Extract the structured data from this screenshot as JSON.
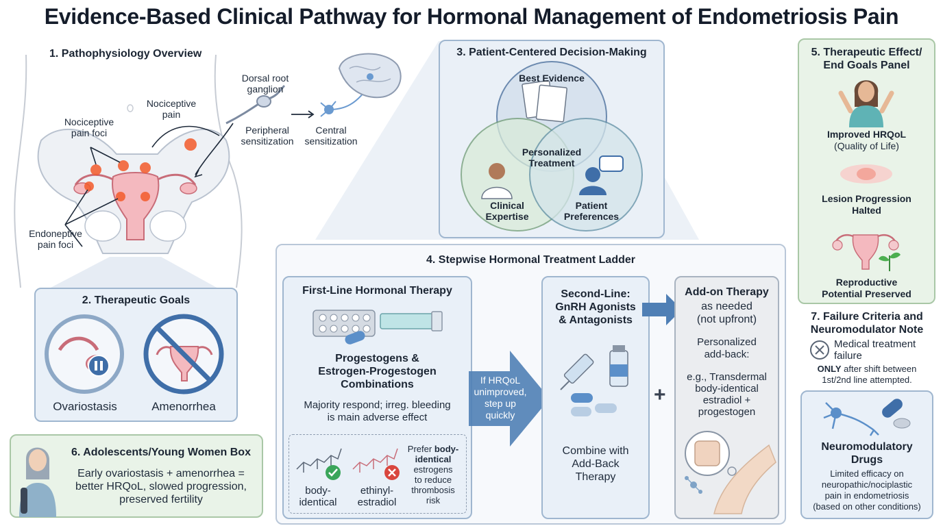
{
  "title": "Evidence-Based Clinical Pathway for Hormonal Management of Endometriosis Pain",
  "sec1": {
    "heading": "1. Pathophysiology Overview",
    "nociceptive_foci": "Nociceptive\npain foci",
    "nociceptive_pain": "Nociceptive\npain",
    "endoneptive": "Endoneptive\npain foci",
    "dorsal": "Dorsal root\nganglion",
    "peripheral": "Peripheral\nsensitization",
    "central": "Central\nsensitization"
  },
  "sec2": {
    "heading": "2. Therapeutic Goals",
    "ovariostasis": "Ovariostasis",
    "amenorrhea": "Amenorrhea"
  },
  "sec3": {
    "heading": "3. Patient-Centered Decision-Making",
    "evidence": "Best Evidence",
    "personalized": "Personalized\nTreatment",
    "clinical": "Clinical\nExpertise",
    "preferences": "Patient\nPreferences"
  },
  "sec4": {
    "heading": "4. Stepwise Hormonal Treatment Ladder",
    "first_title": "First-Line Hormonal Therapy",
    "first_drug": "Progestogens &\nEstrogen-Progestogen\nCombinations",
    "first_note": "Majority respond; irreg. bleeding\nis main adverse effect",
    "body_identical": "body-\nidentical",
    "ethinyl": "ethinyl-\nestradiol",
    "prefer_a": "Prefer ",
    "prefer_b": "body-\nidentical",
    "prefer_c": "\nestrogens\nto reduce\nthrombosis\nrisk",
    "arrow_text": "If HRQoL\nunimproved,\nstep up\nquickly",
    "second_title": "Second-Line:\nGnRH Agonists\n& Antagonists",
    "second_note": "Combine with\nAdd-Back\nTherapy",
    "plus": "+",
    "addon_title": "Add-on Therapy",
    "addon_sub": "as needed\n(not upfront)",
    "addon_personal": "Personalized\nadd-back:",
    "addon_eg": "e.g., Transdermal\nbody-identical\nestradiol +\nprogestogen"
  },
  "sec5": {
    "heading": "5. Therapeutic Effect/\nEnd Goals Panel",
    "hrqol_bold": "Improved HRQoL",
    "hrqol_sub": "(Quality of Life)",
    "lesion": "Lesion Progression\nHalted",
    "repro": "Reproductive\nPotential Preserved"
  },
  "sec6": {
    "heading": "6. Adolescents/Young Women Box",
    "text": "Early ovariostasis + amenorrhea =\nbetter HRQoL, slowed progression,\npreserved fertility"
  },
  "sec7": {
    "heading": "7. Failure Criteria and\nNeuromodulator Note",
    "failure": "Medical treatment\nfailure",
    "only_bold": "ONLY",
    "only_rest": " after shift between\n1st/2nd line attempted.",
    "neuro_title": "Neuromodulatory\nDrugs",
    "neuro_text": "Limited efficacy on\nneuropathic/nociplastic\npain in endometriosis\n(based on other conditions)"
  },
  "colors": {
    "panel_blue": "#e9f0f8",
    "panel_green": "#e9f3e8",
    "arrow_blue": "#4f7fb5",
    "check_green": "#3aa55a",
    "cross_red": "#d9463e",
    "pain_red": "#f25a2a"
  }
}
